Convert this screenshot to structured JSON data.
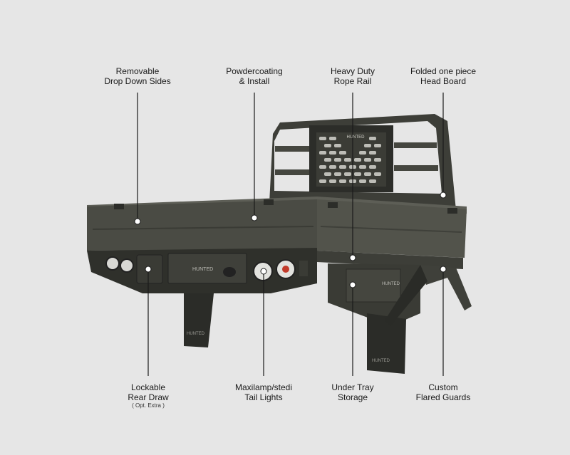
{
  "labels": {
    "drop_sides": [
      "Removable",
      "Drop Down Sides"
    ],
    "powdercoat": [
      "Powdercoating",
      "& Install"
    ],
    "rope_rail": [
      "Heavy Duty",
      "Rope Rail"
    ],
    "headboard": [
      "Folded one piece",
      "Head Board"
    ],
    "rear_draw": [
      "Lockable",
      "Rear Draw"
    ],
    "rear_draw_note": "( Opt. Extra )",
    "tail_lights": [
      "Maxilamp/stedi",
      "Tail Lights"
    ],
    "under_tray": [
      "Under Tray",
      "Storage"
    ],
    "guards": [
      "Custom",
      "Flared Guards"
    ]
  },
  "brand": {
    "logo_text": "HUNTED"
  },
  "colors": {
    "background": "#e6e6e6",
    "tray_body": "#4a4b44",
    "tray_dark": "#2c2d29",
    "tray_light": "#5d5e56",
    "marker": "#ffffff",
    "leader_line": "#1a1a1a"
  }
}
